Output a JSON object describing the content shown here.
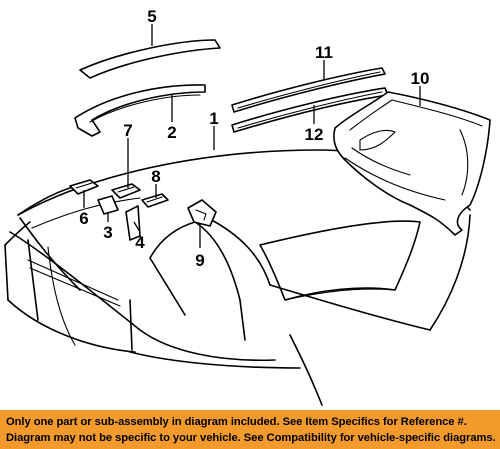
{
  "diagram": {
    "callouts": {
      "c1": "1",
      "c2": "2",
      "c3": "3",
      "c4": "4",
      "c5": "5",
      "c6": "6",
      "c7": "7",
      "c8": "8",
      "c9": "9",
      "c10": "10",
      "c11": "11",
      "c12": "12"
    }
  },
  "banner": {
    "line1": "Only one part or sub-assembly in diagram included. See Item Specifics for Reference #.",
    "line2": "Diagram may not be specific to your vehicle. See Compatibility for vehicle-specific diagrams."
  },
  "colors": {
    "banner_background": "#f29a2b",
    "ink": "#000000",
    "paper": "#ffffff"
  }
}
